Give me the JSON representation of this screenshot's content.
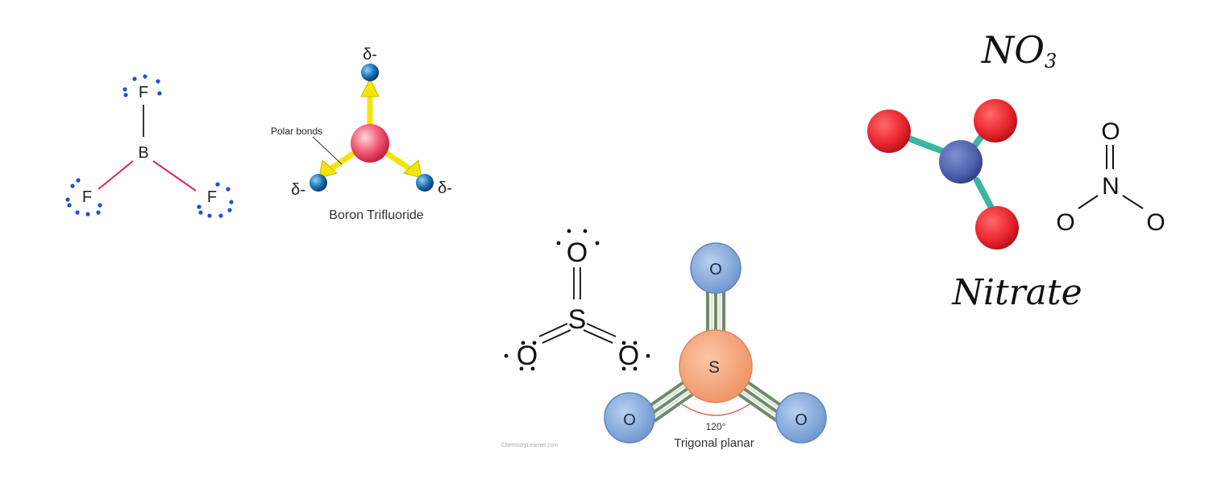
{
  "panels": {
    "bf3_lewis": {
      "top_atom": "F",
      "center_atom": "B",
      "left_atom": "F",
      "right_atom": "F"
    },
    "bf3_polarity": {
      "polar_bonds_label": "Polar bonds",
      "charge_top": "δ-",
      "charge_left": "δ-",
      "charge_right": "δ-",
      "caption": "Boron Trifluoride"
    },
    "so3_lewis": {
      "top_atom": "O",
      "center_atom": "S",
      "left_atom": "O",
      "right_atom": "O"
    },
    "so3_model": {
      "top_atom": "O",
      "center_atom": "S",
      "left_atom": "O",
      "right_atom": "O",
      "angle_label": "120°",
      "caption": "Trigonal planar",
      "watermark": "ChemistryLearner.com"
    },
    "nitrate": {
      "formula_main": "NO",
      "formula_sub": "3",
      "struct_top": "O",
      "struct_center": "N",
      "struct_left": "O",
      "struct_right": "O",
      "caption": "Nitrate"
    }
  },
  "colors": {
    "lone_pair_blue": "#1f4fd6",
    "bond_pink": "#e0245e",
    "arrow_yellow": "#f2e600",
    "fluorine_sphere": "#1d74b5",
    "boron_sphere": "#f2607a",
    "oxygen_sphere_blue": "#7fa7d9",
    "sulfur_sphere": "#f4a57e",
    "oxygen_sphere_red": "#e8242c",
    "nitrogen_sphere": "#4f62ad",
    "bond_teal": "#3ab5a6"
  }
}
